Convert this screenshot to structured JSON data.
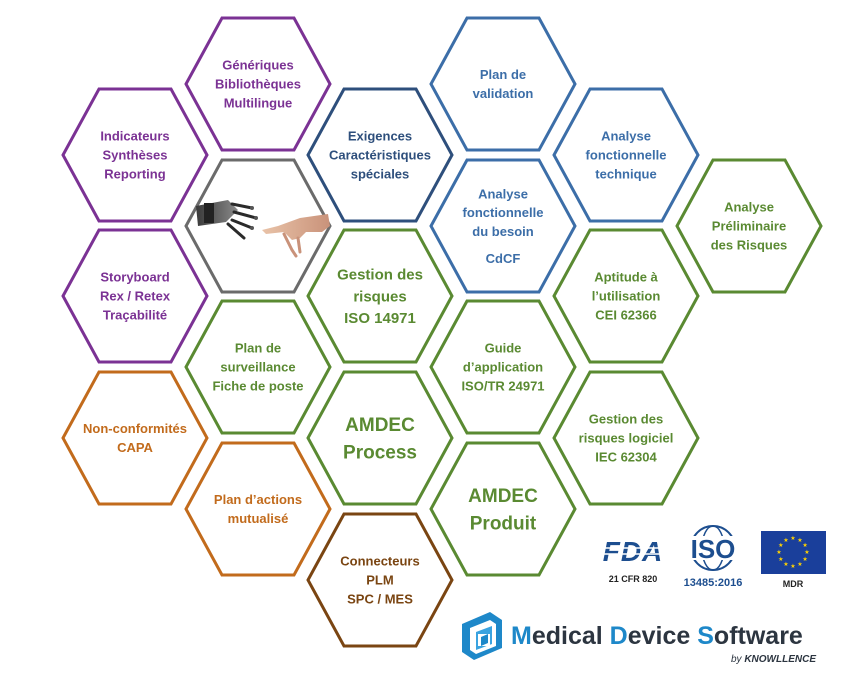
{
  "colors": {
    "purple": "#7b3294",
    "blue": "#3c6ea8",
    "darkblue": "#2e4f7c",
    "green": "#5a8a32",
    "orange": "#c26b1c",
    "brown": "#7a4512",
    "gray": "#6b6b6b"
  },
  "hexes": [
    {
      "id": "generiques",
      "color": "purple",
      "lines": [
        "Génériques",
        "Bibliothèques",
        "Multilingue"
      ]
    },
    {
      "id": "indicateurs",
      "color": "purple",
      "lines": [
        "Indicateurs",
        "Synthèses",
        "Reporting"
      ]
    },
    {
      "id": "robot-image",
      "color": "gray",
      "lines": []
    },
    {
      "id": "storyboard",
      "color": "purple",
      "lines": [
        "Storyboard",
        "Rex / Retex",
        "Traçabilité"
      ]
    },
    {
      "id": "non-conformites",
      "color": "orange",
      "lines": [
        "Non-conformités",
        "CAPA"
      ]
    },
    {
      "id": "exigences",
      "color": "darkblue",
      "lines": [
        "Exigences",
        "Caractéristiques",
        "spéciales"
      ]
    },
    {
      "id": "plan-validation",
      "color": "blue",
      "lines": [
        "Plan de",
        "validation"
      ]
    },
    {
      "id": "analyse-technique",
      "color": "blue",
      "lines": [
        "Analyse",
        "fonctionnelle",
        "technique"
      ]
    },
    {
      "id": "analyse-besoin",
      "color": "blue",
      "lines": [
        "Analyse",
        "fonctionnelle",
        "du besoin",
        "CdCF"
      ]
    },
    {
      "id": "analyse-preliminaire",
      "color": "green",
      "lines": [
        "Analyse",
        "Préliminaire",
        "des Risques"
      ]
    },
    {
      "id": "gestion-risques",
      "color": "green",
      "lines": [
        "Gestion des",
        "risques",
        "ISO 14971"
      ]
    },
    {
      "id": "aptitude",
      "color": "green",
      "lines": [
        "Aptitude à",
        "l’utilisation",
        "CEI 62366"
      ]
    },
    {
      "id": "plan-surveillance",
      "color": "green",
      "lines": [
        "Plan de",
        "surveillance",
        "Fiche de poste"
      ]
    },
    {
      "id": "guide-application",
      "color": "green",
      "lines": [
        "Guide",
        "d’application",
        "ISO/TR 24971"
      ]
    },
    {
      "id": "amdec-process",
      "color": "green",
      "lines": [
        "AMDEC",
        "Process"
      ]
    },
    {
      "id": "gestion-logiciel",
      "color": "green",
      "lines": [
        "Gestion des",
        "risques logiciel",
        "IEC 62304"
      ]
    },
    {
      "id": "plan-actions",
      "color": "orange",
      "lines": [
        "Plan d’actions",
        "mutualisé"
      ]
    },
    {
      "id": "amdec-produit",
      "color": "green",
      "lines": [
        "AMDEC",
        "Produit"
      ]
    },
    {
      "id": "connecteurs",
      "color": "brown",
      "lines": [
        "Connecteurs",
        "PLM",
        "SPC / MES"
      ]
    }
  ],
  "certifications": {
    "fda": {
      "mark": "FDA",
      "sub": "21 CFR 820"
    },
    "iso": {
      "mark": "ISO",
      "sub": "13485:2016"
    },
    "mdr": {
      "sub": "MDR"
    }
  },
  "brand": {
    "word1_initial": "M",
    "word1_rest": "edical ",
    "word2_initial": "D",
    "word2_rest": "evice ",
    "word3_initial": "S",
    "word3_rest": "oftware",
    "byline_prefix": "by ",
    "byline_company": "KNOWLLENCE",
    "initial_color": "#1e88c9",
    "text_color": "#2c3540"
  }
}
